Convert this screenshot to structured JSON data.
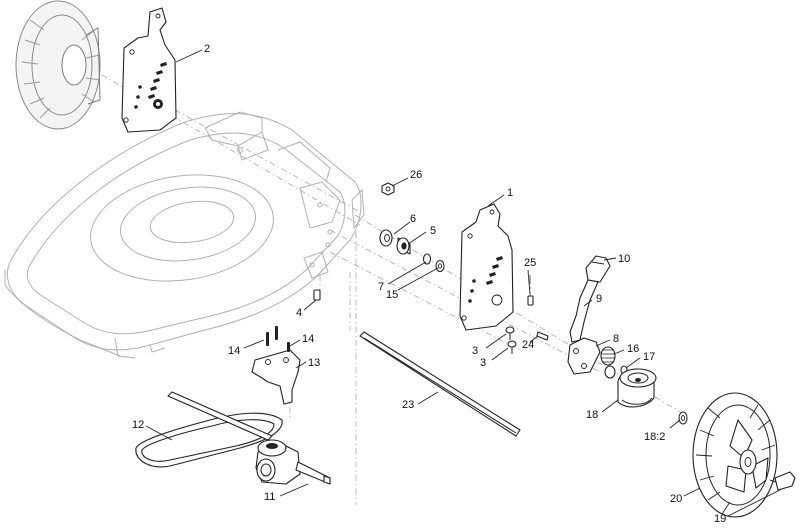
{
  "callouts": [
    {
      "id": "c1",
      "text": "1"
    },
    {
      "id": "c2",
      "text": "2"
    },
    {
      "id": "c3a",
      "text": "3"
    },
    {
      "id": "c3b",
      "text": "3"
    },
    {
      "id": "c4",
      "text": "4"
    },
    {
      "id": "c5",
      "text": "5"
    },
    {
      "id": "c6",
      "text": "6"
    },
    {
      "id": "c7",
      "text": "7"
    },
    {
      "id": "c8",
      "text": "8"
    },
    {
      "id": "c9",
      "text": "9"
    },
    {
      "id": "c10",
      "text": "10"
    },
    {
      "id": "c11",
      "text": "11"
    },
    {
      "id": "c12",
      "text": "12"
    },
    {
      "id": "c13",
      "text": "13"
    },
    {
      "id": "c14a",
      "text": "14"
    },
    {
      "id": "c14b",
      "text": "14"
    },
    {
      "id": "c15",
      "text": "15"
    },
    {
      "id": "c16",
      "text": "16"
    },
    {
      "id": "c17",
      "text": "17"
    },
    {
      "id": "c18",
      "text": "18"
    },
    {
      "id": "c18_2",
      "text": "18:2"
    },
    {
      "id": "c19",
      "text": "19"
    },
    {
      "id": "c20",
      "text": "20"
    },
    {
      "id": "c23",
      "text": "23"
    },
    {
      "id": "c24",
      "text": "24"
    },
    {
      "id": "c25",
      "text": "25"
    },
    {
      "id": "c26",
      "text": "26"
    }
  ]
}
